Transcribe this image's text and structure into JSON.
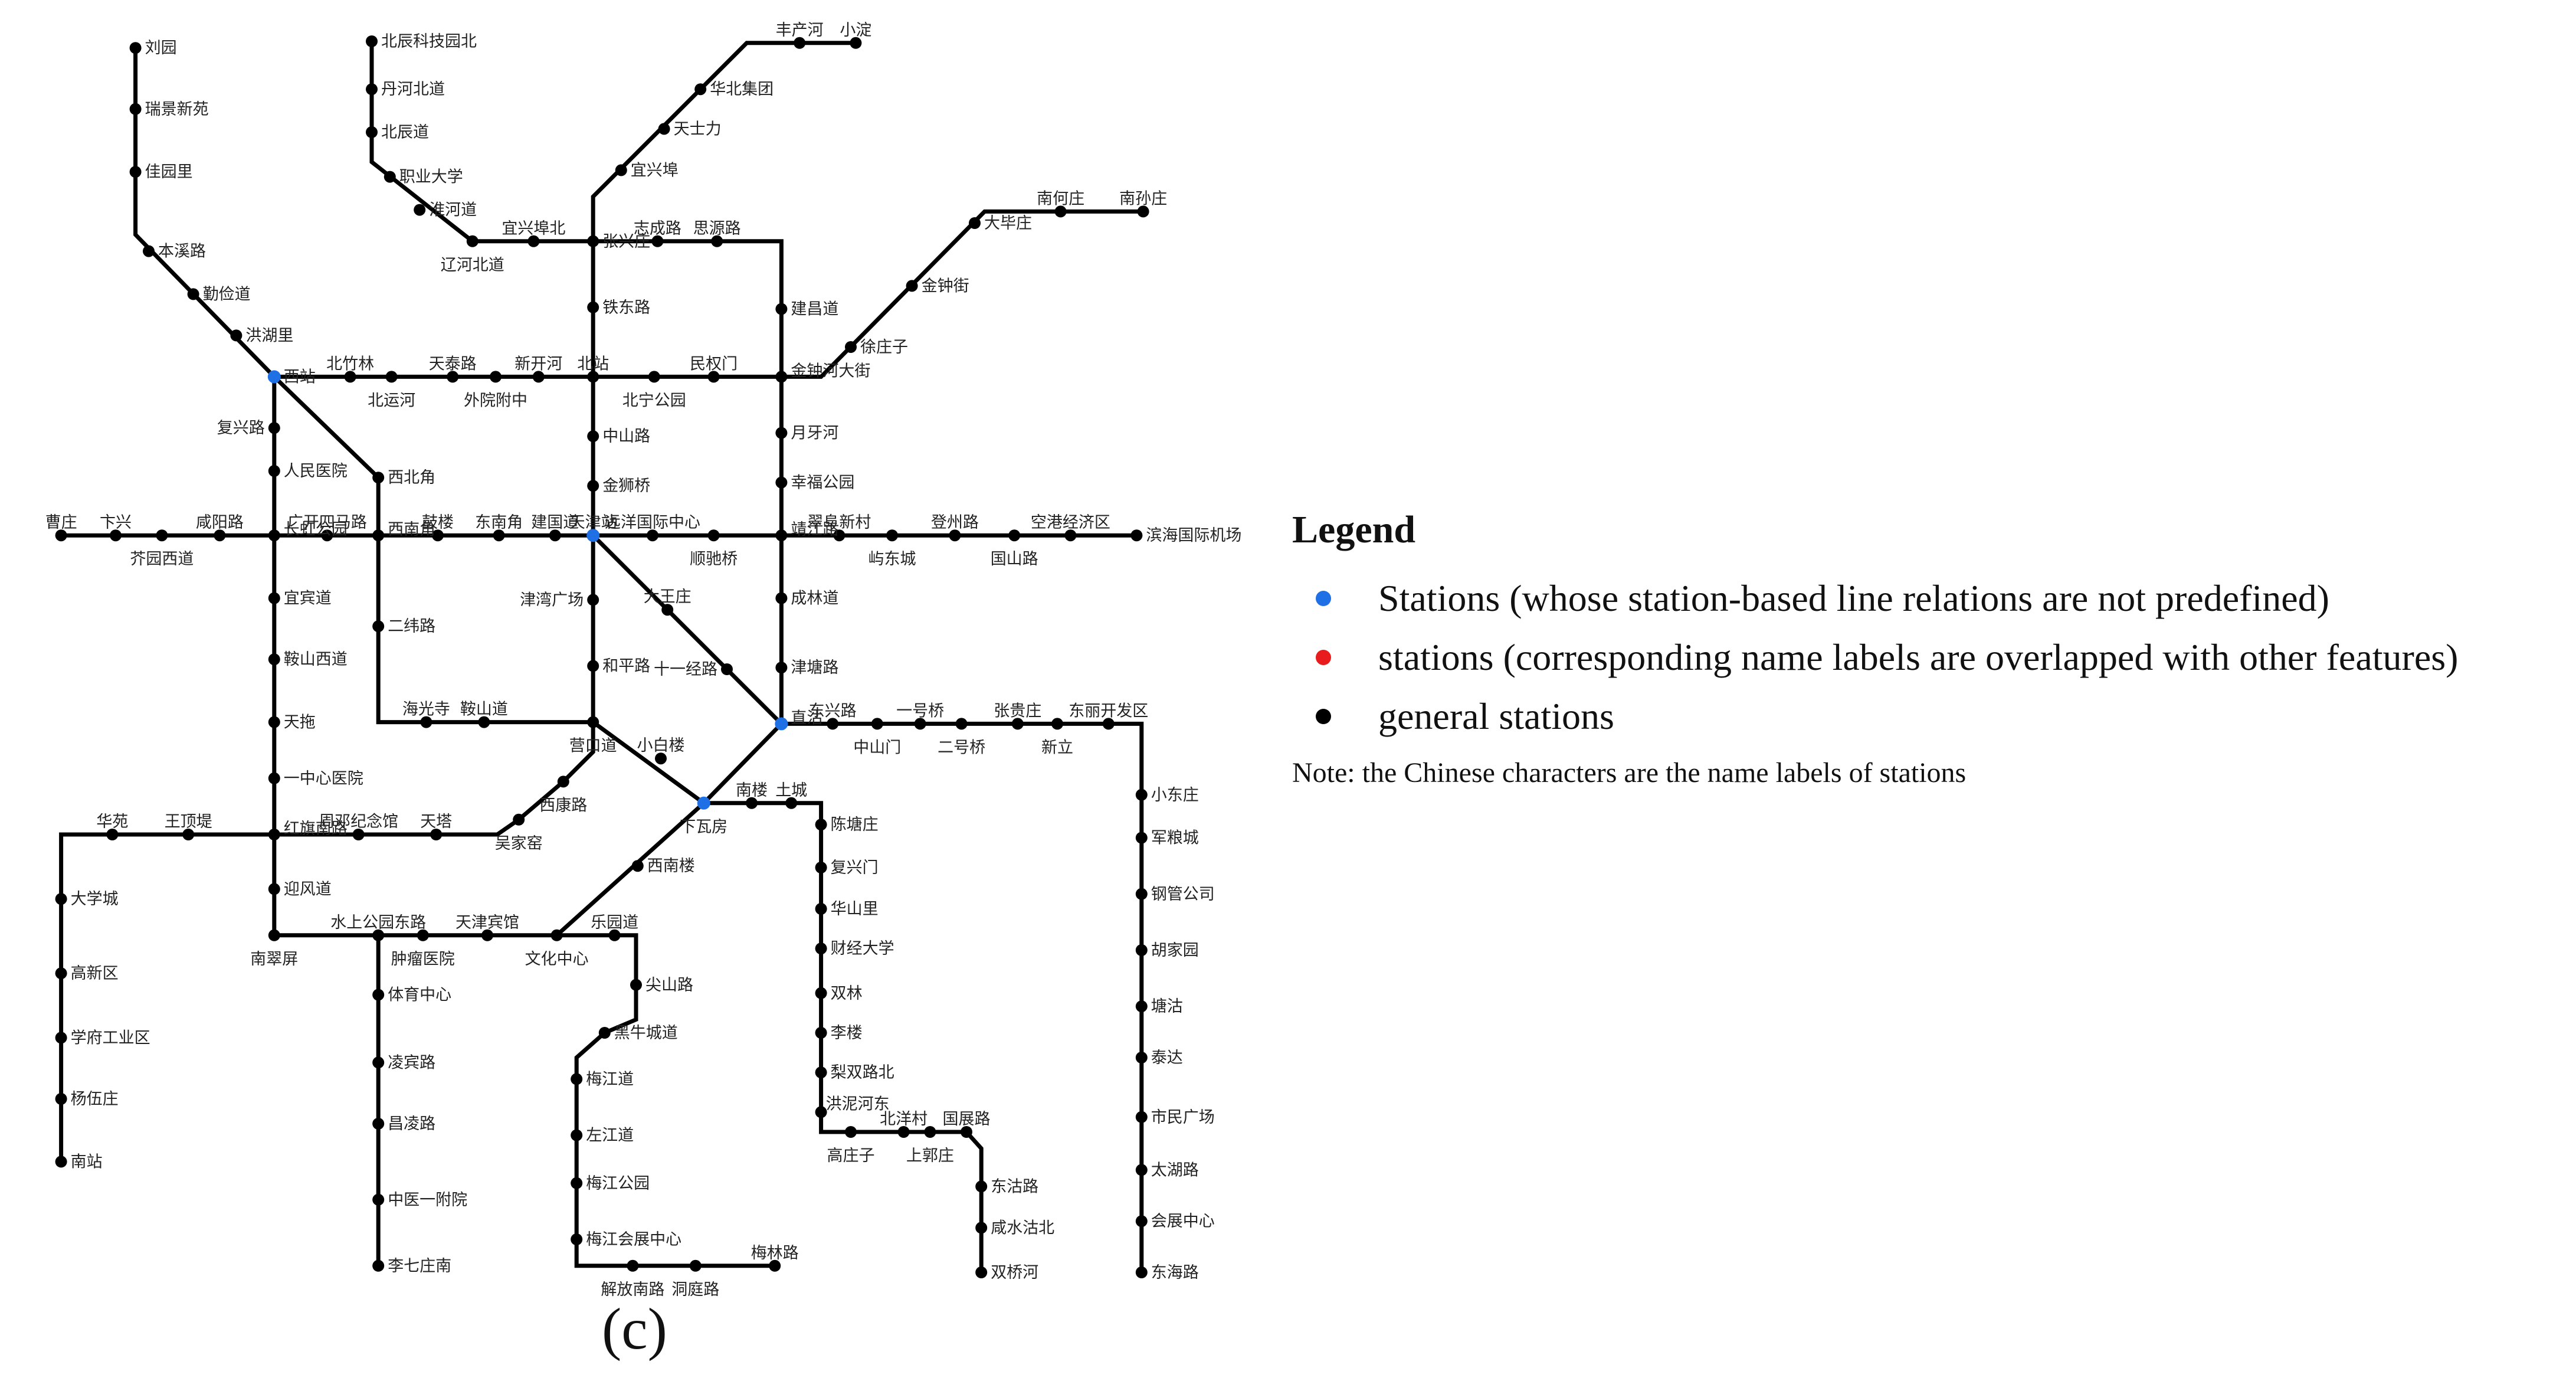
{
  "caption": "(c)",
  "legend": {
    "title": "Legend",
    "items": [
      {
        "label": "Stations (whose station-based line relations are not predefined)",
        "color": "#1f6fe5"
      },
      {
        "label": "stations (corresponding name labels are overlapped with other features)",
        "color": "#e81c1c"
      },
      {
        "label": "general stations",
        "color": "#000000"
      }
    ],
    "note": "Note: the Chinese characters are the name labels of stations"
  },
  "colors": {
    "line": "#000000",
    "general": "#000000",
    "undefined_relation": "#1f6fe5",
    "overlapped_label": "#e81c1c"
  },
  "stations": [
    {
      "id": "liuyuan",
      "name": "刘园"
    },
    {
      "id": "ruijing",
      "name": "瑞景新苑"
    },
    {
      "id": "jiayuanli",
      "name": "佳园里"
    },
    {
      "id": "benxilu",
      "name": "本溪路"
    },
    {
      "id": "qinjiandao",
      "name": "勤俭道"
    },
    {
      "id": "honghuli",
      "name": "洪湖里"
    },
    {
      "id": "xizhan",
      "name": "西站",
      "type": "undefined_relation"
    },
    {
      "id": "beizhulin",
      "name": "北竹林"
    },
    {
      "id": "beiyunhe",
      "name": "北运河"
    },
    {
      "id": "tiantai",
      "name": "天泰路"
    },
    {
      "id": "waiyuan",
      "name": "外院附中"
    },
    {
      "id": "xinkaihe",
      "name": "新开河"
    },
    {
      "id": "beizhan",
      "name": "北站"
    },
    {
      "id": "beiningpark",
      "name": "北宁公园"
    },
    {
      "id": "minquanmen",
      "name": "民权门"
    },
    {
      "id": "jinzhonghe",
      "name": "金钟河大街"
    },
    {
      "id": "xuzhuangzi",
      "name": "徐庄子"
    },
    {
      "id": "jinzhongjie",
      "name": "金钟街"
    },
    {
      "id": "dabizhuang",
      "name": "大毕庄"
    },
    {
      "id": "nanhezhuang",
      "name": "南何庄"
    },
    {
      "id": "nansunzhuang",
      "name": "南孙庄"
    },
    {
      "id": "beichen",
      "name": "北辰科技园北"
    },
    {
      "id": "danhebei",
      "name": "丹河北道"
    },
    {
      "id": "beichendao",
      "name": "北辰道"
    },
    {
      "id": "zhiyedaxue",
      "name": "职业大学"
    },
    {
      "id": "huaihe",
      "name": "淮河道"
    },
    {
      "id": "liaohebei",
      "name": "辽河北道"
    },
    {
      "id": "yixingbubei",
      "name": "宜兴埠北"
    },
    {
      "id": "zhangxingzhuang",
      "name": "张兴庄"
    },
    {
      "id": "zhichenglu",
      "name": "志成路"
    },
    {
      "id": "siyuanlu",
      "name": "思源路"
    },
    {
      "id": "jianchangdao",
      "name": "建昌道"
    },
    {
      "id": "fengchanhe",
      "name": "丰产河"
    },
    {
      "id": "xiaodian",
      "name": "小淀"
    },
    {
      "id": "huabeijituan",
      "name": "华北集团"
    },
    {
      "id": "tianshili",
      "name": "天士力"
    },
    {
      "id": "yixingbu",
      "name": "宜兴埠"
    },
    {
      "id": "tiedonglu",
      "name": "铁东路"
    },
    {
      "id": "zhongshanlu",
      "name": "中山路"
    },
    {
      "id": "jinshiqiao",
      "name": "金狮桥"
    },
    {
      "id": "tianjinzhan",
      "name": "天津站",
      "type": "undefined_relation"
    },
    {
      "id": "yuanyang",
      "name": "远洋国际中心"
    },
    {
      "id": "shunchiqiao",
      "name": "顺驰桥"
    },
    {
      "id": "jingjianglu",
      "name": "靖江路"
    },
    {
      "id": "cuifuxincun",
      "name": "翠阜新村"
    },
    {
      "id": "yudongcheng",
      "name": "屿东城"
    },
    {
      "id": "dengzhoulu",
      "name": "登州路"
    },
    {
      "id": "guoshanlu",
      "name": "国山路"
    },
    {
      "id": "konggang",
      "name": "空港经济区"
    },
    {
      "id": "binhaiairport",
      "name": "滨海国际机场"
    },
    {
      "id": "yueyahe",
      "name": "月牙河"
    },
    {
      "id": "xingfupark",
      "name": "幸福公园"
    },
    {
      "id": "chenglindao",
      "name": "成林道"
    },
    {
      "id": "jintanglu",
      "name": "津塘路"
    },
    {
      "id": "zhigu",
      "name": "直沽",
      "type": "undefined_relation"
    },
    {
      "id": "caozhuang",
      "name": "曹庄"
    },
    {
      "id": "bianxing",
      "name": "卞兴"
    },
    {
      "id": "jieyuan",
      "name": "芥园西道"
    },
    {
      "id": "xianyanglu",
      "name": "咸阳路"
    },
    {
      "id": "changhongpark",
      "name": "长虹公园"
    },
    {
      "id": "guangkai",
      "name": "广开四马路"
    },
    {
      "id": "xinanjiao",
      "name": "西南角"
    },
    {
      "id": "gulou",
      "name": "鼓楼"
    },
    {
      "id": "dongnanjiao",
      "name": "东南角"
    },
    {
      "id": "jianguodao",
      "name": "建国道"
    },
    {
      "id": "fuxinglu",
      "name": "复兴路"
    },
    {
      "id": "renminhosp",
      "name": "人民医院"
    },
    {
      "id": "xibeijiao",
      "name": "西北角"
    },
    {
      "id": "yibindao",
      "name": "宜宾道"
    },
    {
      "id": "anshanxidao",
      "name": "鞍山西道"
    },
    {
      "id": "tiantuo",
      "name": "天拖"
    },
    {
      "id": "yizhongxin",
      "name": "一中心医院"
    },
    {
      "id": "hongqinan",
      "name": "红旗南路"
    },
    {
      "id": "yingfengdao",
      "name": "迎风道"
    },
    {
      "id": "nancuiping",
      "name": "南翠屏"
    },
    {
      "id": "erweilu",
      "name": "二纬路"
    },
    {
      "id": "haiguangsi",
      "name": "海光寺"
    },
    {
      "id": "anshandao",
      "name": "鞍山道"
    },
    {
      "id": "jinwanplaza",
      "name": "津湾广场"
    },
    {
      "id": "hepinglu",
      "name": "和平路"
    },
    {
      "id": "yingkoudao",
      "name": "营口道"
    },
    {
      "id": "xibailou",
      "name": "小白楼"
    },
    {
      "id": "xiwafang",
      "name": "下瓦房",
      "type": "undefined_relation"
    },
    {
      "id": "nanlou",
      "name": "南楼"
    },
    {
      "id": "tucheng",
      "name": "土城"
    },
    {
      "id": "dawangzhuang",
      "name": "大王庄"
    },
    {
      "id": "shiyijinglu",
      "name": "十一经路"
    },
    {
      "id": "huayuan",
      "name": "华苑"
    },
    {
      "id": "wangdingdi",
      "name": "王顶堤"
    },
    {
      "id": "zhoudeng",
      "name": "周邓纪念馆"
    },
    {
      "id": "tianta",
      "name": "天塔"
    },
    {
      "id": "wujiayao",
      "name": "吴家窑"
    },
    {
      "id": "xikanglu",
      "name": "西康路"
    },
    {
      "id": "daxuecheng",
      "name": "大学城"
    },
    {
      "id": "gaoxinqu",
      "name": "高新区"
    },
    {
      "id": "xuefu",
      "name": "学府工业区"
    },
    {
      "id": "yangwuzhuang",
      "name": "杨伍庄"
    },
    {
      "id": "nanzhan",
      "name": "南站"
    },
    {
      "id": "shuishang",
      "name": "水上公园东路"
    },
    {
      "id": "zhongliu",
      "name": "肿瘤医院"
    },
    {
      "id": "tianjinbinguan",
      "name": "天津宾馆"
    },
    {
      "id": "wenhuazhongxin",
      "name": "文化中心"
    },
    {
      "id": "leyuandao",
      "name": "乐园道"
    },
    {
      "id": "jianshanlu",
      "name": "尖山路"
    },
    {
      "id": "heiniucheng",
      "name": "黑牛城道"
    },
    {
      "id": "xinanlou",
      "name": "西南楼"
    },
    {
      "id": "tiyuzhongxin",
      "name": "体育中心"
    },
    {
      "id": "lingbinlu",
      "name": "凌宾路"
    },
    {
      "id": "changlinglu",
      "name": "昌凌路"
    },
    {
      "id": "zhongyi",
      "name": "中医一附院"
    },
    {
      "id": "liqizhuang",
      "name": "李七庄南"
    },
    {
      "id": "meijiangdao",
      "name": "梅江道"
    },
    {
      "id": "zuojiangdao",
      "name": "左江道"
    },
    {
      "id": "meijiangpark",
      "name": "梅江公园"
    },
    {
      "id": "meijianghuizhan",
      "name": "梅江会展中心"
    },
    {
      "id": "jiefangnan",
      "name": "解放南路"
    },
    {
      "id": "dongtinglu",
      "name": "洞庭路"
    },
    {
      "id": "meilinlu",
      "name": "梅林路"
    },
    {
      "id": "chentangzhuang",
      "name": "陈塘庄"
    },
    {
      "id": "fuxingmen",
      "name": "复兴门"
    },
    {
      "id": "huashanli",
      "name": "华山里"
    },
    {
      "id": "caijing",
      "name": "财经大学"
    },
    {
      "id": "shuanglin",
      "name": "双林"
    },
    {
      "id": "lilou",
      "name": "李楼"
    },
    {
      "id": "lishuangbei",
      "name": "梨双路北"
    },
    {
      "id": "hongnihe",
      "name": "洪泥河东"
    },
    {
      "id": "gaozhuangzi",
      "name": "高庄子"
    },
    {
      "id": "beiyangcun",
      "name": "北洋村"
    },
    {
      "id": "shangguozhuang",
      "name": "上郭庄"
    },
    {
      "id": "guozhanlu",
      "name": "国展路"
    },
    {
      "id": "dongguolu",
      "name": "东沽路"
    },
    {
      "id": "xianshuigubei",
      "name": "咸水沽北"
    },
    {
      "id": "shuangqiaohe",
      "name": "双桥河"
    },
    {
      "id": "dongxinglu",
      "name": "东兴路"
    },
    {
      "id": "zhongshanmen",
      "name": "中山门"
    },
    {
      "id": "yihaoqiao",
      "name": "一号桥"
    },
    {
      "id": "erhaoqiao",
      "name": "二号桥"
    },
    {
      "id": "zhangguizhuang",
      "name": "张贵庄"
    },
    {
      "id": "xinli",
      "name": "新立"
    },
    {
      "id": "donglikaifa",
      "name": "东丽开发区"
    },
    {
      "id": "xiaodongzhuang",
      "name": "小东庄"
    },
    {
      "id": "junliangcheng",
      "name": "军粮城"
    },
    {
      "id": "gangguan",
      "name": "钢管公司"
    },
    {
      "id": "hujiayuan",
      "name": "胡家园"
    },
    {
      "id": "tanggu",
      "name": "塘沽"
    },
    {
      "id": "taida",
      "name": "泰达"
    },
    {
      "id": "shiminplaza",
      "name": "市民广场"
    },
    {
      "id": "taihulu",
      "name": "太湖路"
    },
    {
      "id": "huizhanzhongxin",
      "name": "会展中心"
    },
    {
      "id": "donghailu",
      "name": "东海路"
    }
  ]
}
